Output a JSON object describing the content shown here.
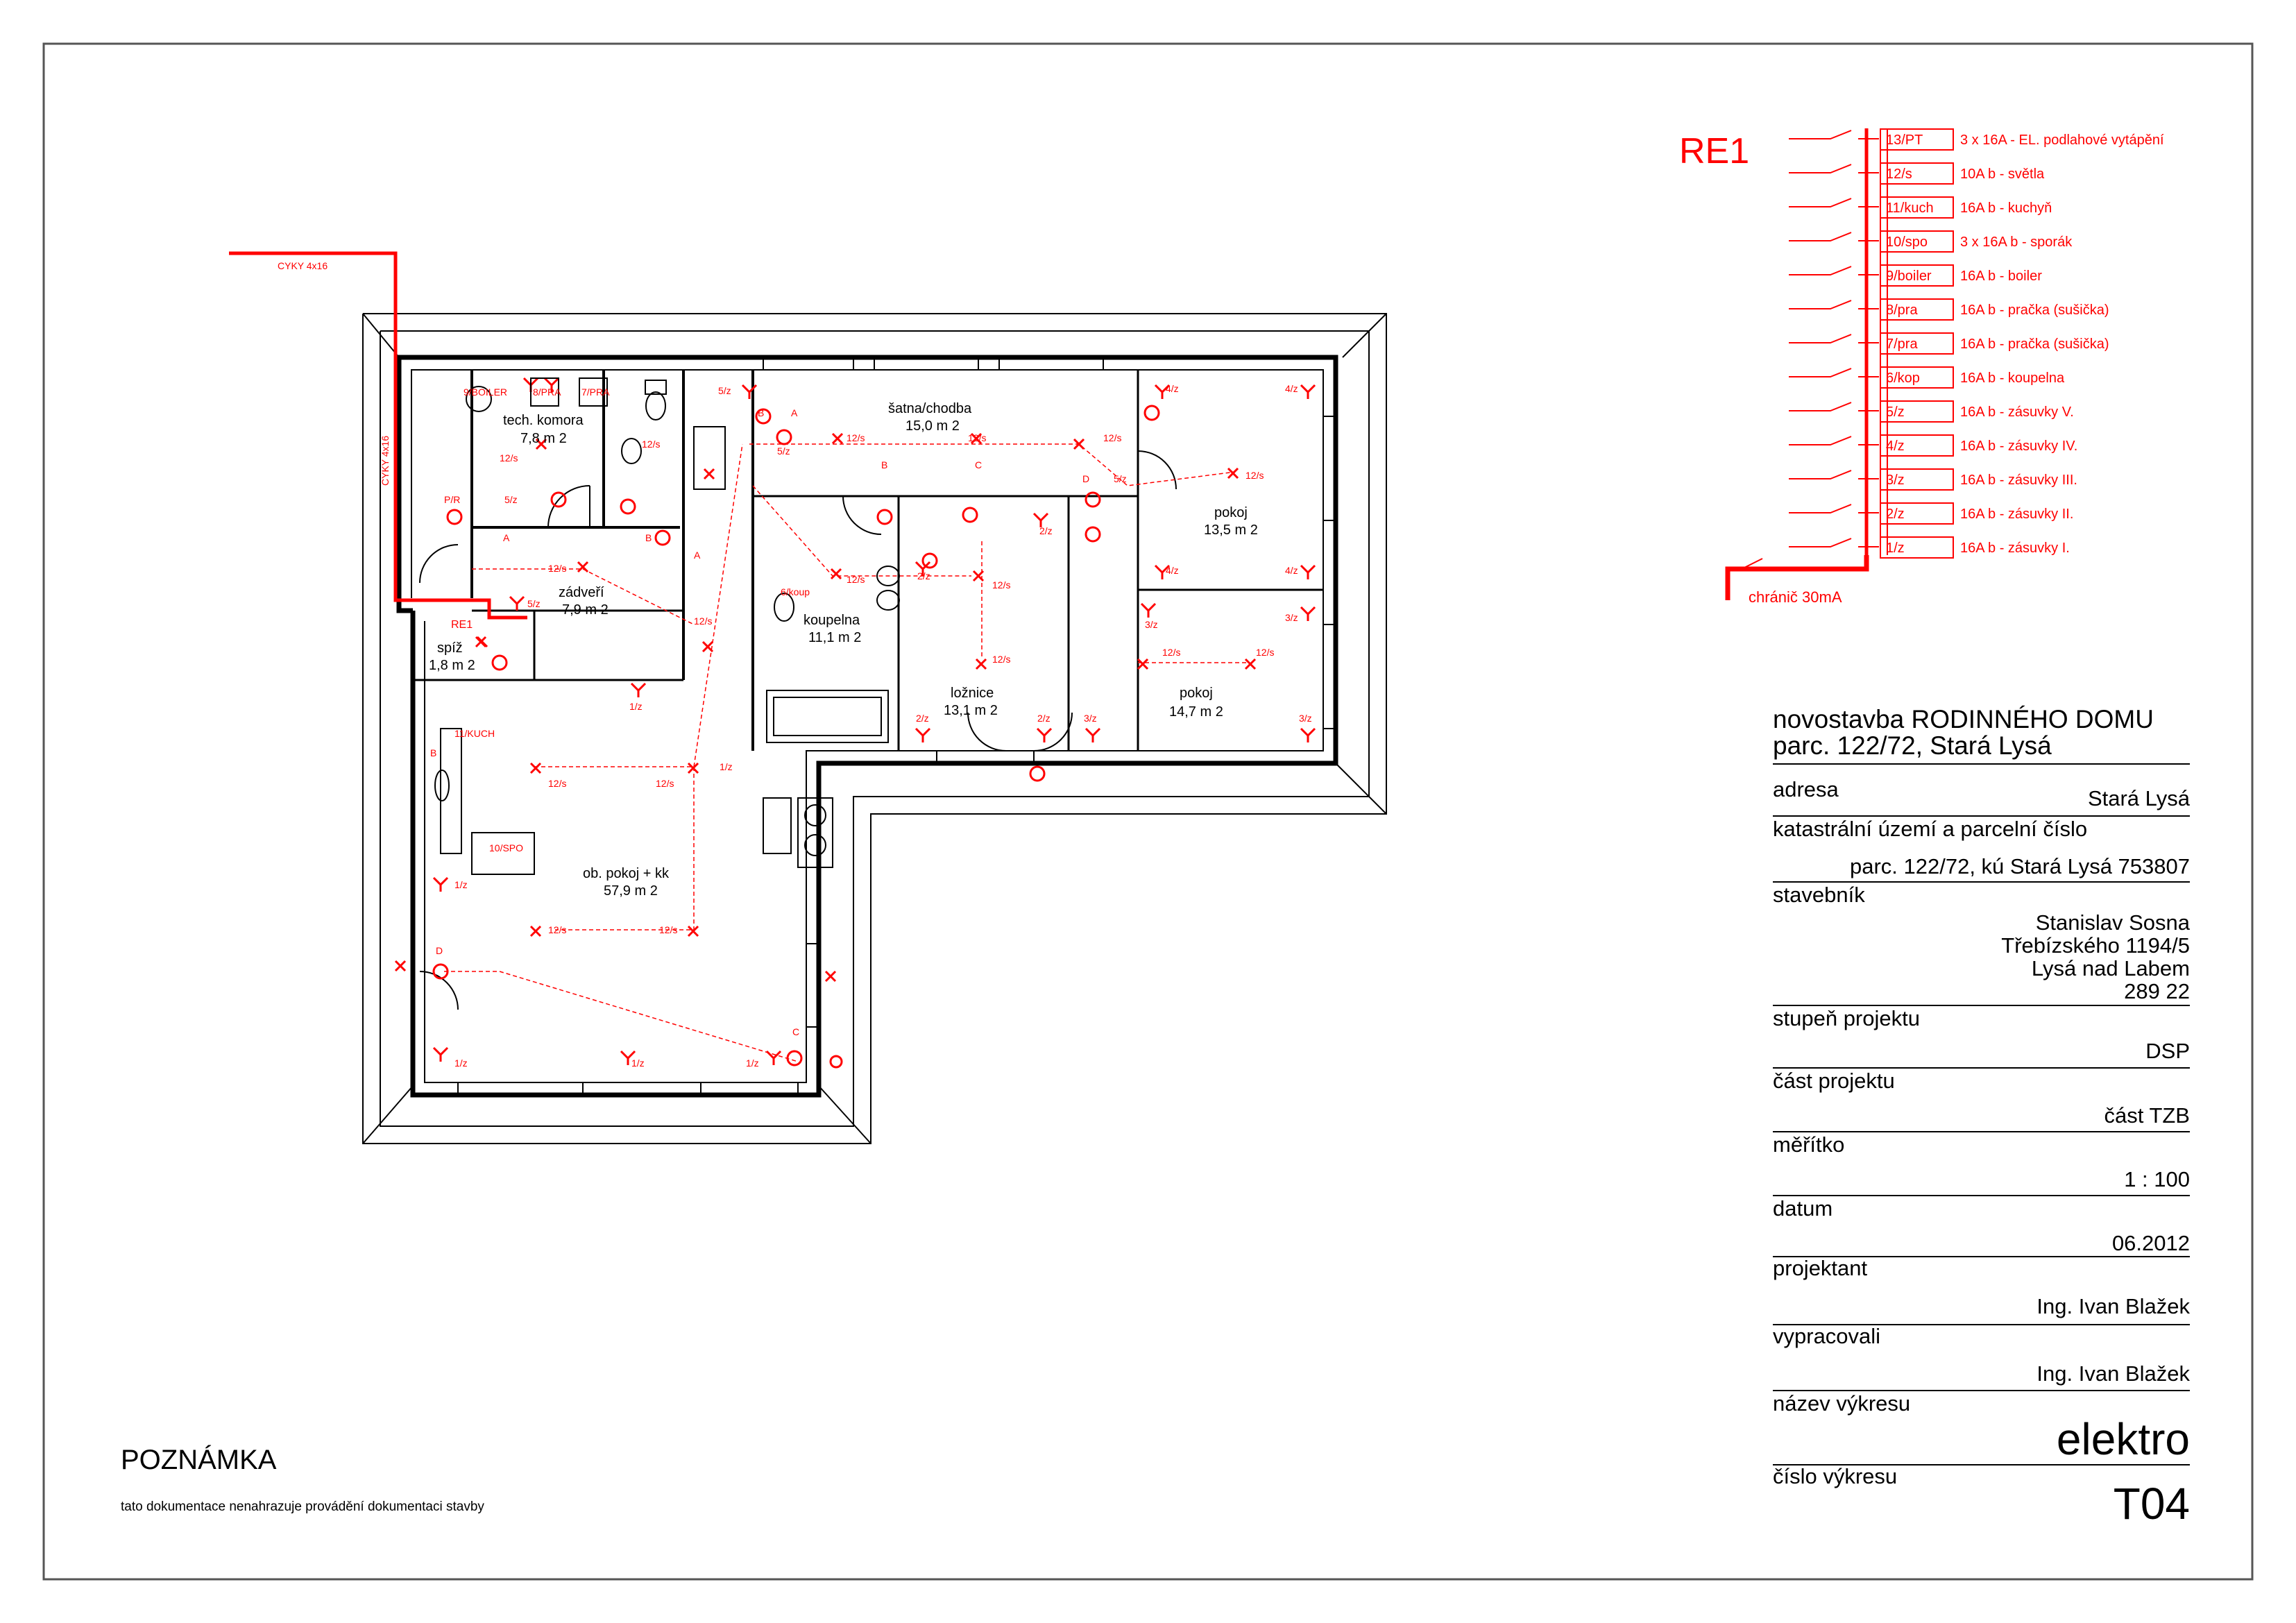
{
  "colors": {
    "frame": "#555555",
    "wall": "#000000",
    "electro": "#ff0000",
    "background": "#ffffff"
  },
  "switchboard": {
    "name": "RE1",
    "rcd_label": "chránič 30mA",
    "circuits": [
      {
        "id": "13/PT",
        "desc": "3 x 16A - EL. podlahové vytápění"
      },
      {
        "id": "12/s",
        "desc": "10A b - světla"
      },
      {
        "id": "11/kuch",
        "desc": "16A b - kuchyň"
      },
      {
        "id": "10/spo",
        "desc": "3 x 16A b - sporák"
      },
      {
        "id": "9/boiler",
        "desc": "16A b - boiler"
      },
      {
        "id": "8/pra",
        "desc": "16A b - pračka (sušička)"
      },
      {
        "id": "7/pra",
        "desc": "16A b - pračka (sušička)"
      },
      {
        "id": "6/kop",
        "desc": "16A b - koupelna"
      },
      {
        "id": "5/z",
        "desc": "16A b - zásuvky V."
      },
      {
        "id": "4/z",
        "desc": "16A b - zásuvky IV."
      },
      {
        "id": "3/z",
        "desc": "16A b - zásuvky III."
      },
      {
        "id": "2/z",
        "desc": "16A b - zásuvky II."
      },
      {
        "id": "1/z",
        "desc": "16A b - zásuvky I."
      }
    ]
  },
  "floor_plan": {
    "cable_labels": [
      "CYKY 4x16",
      "CYKY 4x16"
    ],
    "board_label": "RE1",
    "rooms": [
      {
        "name": "tech. komora",
        "area": "7,8 m 2"
      },
      {
        "name": "zádveří",
        "area": "7,9 m 2"
      },
      {
        "name": "spíž",
        "area": "1,8 m 2"
      },
      {
        "name": "šatna/chodba",
        "area": "15,0 m 2"
      },
      {
        "name": "koupelna",
        "area": "11,1 m 2"
      },
      {
        "name": "ložnice",
        "area": "13,1 m 2"
      },
      {
        "name": "pokoj",
        "area": "13,5 m 2"
      },
      {
        "name": "pokoj",
        "area": "14,7 m 2"
      },
      {
        "name": "ob. pokoj + kk",
        "area": "57,9 m 2"
      }
    ],
    "device_labels": [
      "9/BOILER",
      "8/PRA",
      "7/PRA",
      "P/R",
      "11/KUCH",
      "10/SPO",
      "6/koup",
      "12/s",
      "1/z",
      "2/z",
      "3/z",
      "4/z",
      "5/z",
      "A",
      "B",
      "C",
      "D"
    ]
  },
  "title_block": {
    "project_title_line1": "novostavba RODINNÉHO DOMU",
    "project_title_line2": "parc. 122/72, Stará Lysá",
    "address_label": "adresa",
    "address_value": "Stará Lysá",
    "cadastre_label": "katastrální území a parcelní číslo",
    "cadastre_value": "parc. 122/72, kú Stará Lysá 753807",
    "builder_label": "stavebník",
    "builder_lines": [
      "Stanislav Sosna",
      "Třebízského 1194/5",
      "Lysá nad Labem",
      "289 22"
    ],
    "stage_label": "stupeň projektu",
    "stage_value": "DSP",
    "part_label": "část projektu",
    "part_value": "část TZB",
    "scale_label": "měřítko",
    "scale_value": "1 : 100",
    "date_label": "datum",
    "date_value": "06.2012",
    "designer_label": "projektant",
    "designer_value": "Ing. Ivan Blažek",
    "prepared_label": "vypracovali",
    "prepared_value": "Ing. Ivan Blažek",
    "drawing_name_label": "název výkresu",
    "drawing_name_value": "elektro",
    "drawing_number_label": "číslo výkresu",
    "drawing_number_value": "T04"
  },
  "note": {
    "title": "POZNÁMKA",
    "text": "tato dokumentace nenahrazuje provádění dokumentaci stavby"
  }
}
